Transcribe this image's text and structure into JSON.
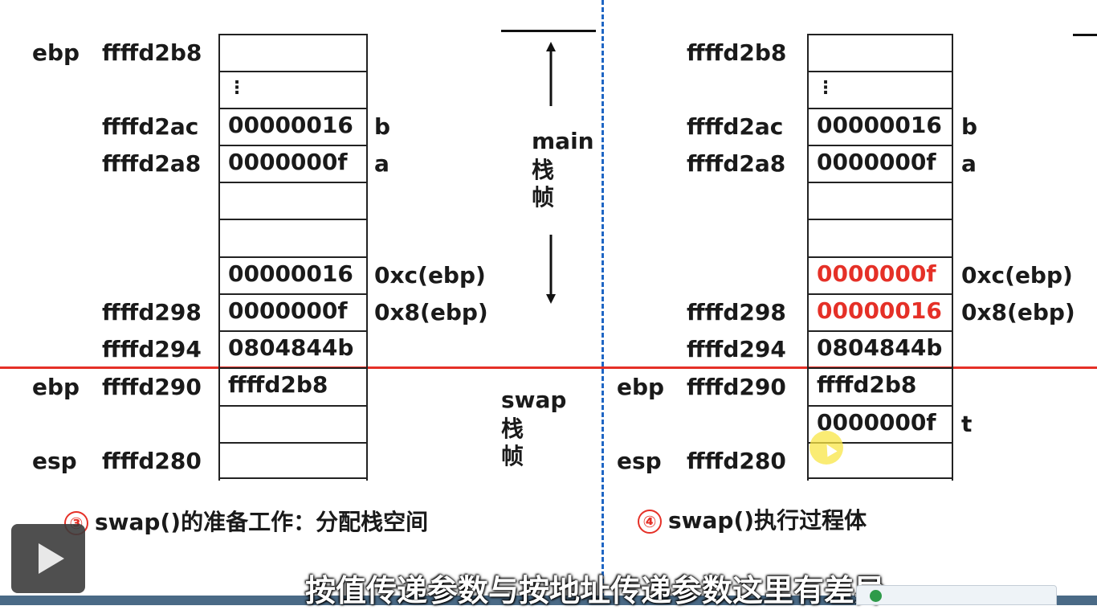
{
  "left": {
    "labels": {
      "ebp_top": "ebp",
      "ebp_mid": "ebp",
      "esp": "esp"
    },
    "addresses": [
      "ffffd2b8",
      "ffffd2ac",
      "ffffd2a8",
      "ffffd298",
      "ffffd294",
      "ffffd290",
      "ffffd280"
    ],
    "cells": [
      "",
      "⋮",
      "00000016",
      "0000000f",
      "",
      "",
      "00000016",
      "0000000f",
      "0804844b",
      "ffffd2b8",
      "",
      ""
    ],
    "annotations": [
      "b",
      "a",
      "0xc(ebp)",
      "0x8(ebp)"
    ],
    "caption_num": "③",
    "caption": "swap()的准备工作：分配栈空间"
  },
  "middle": {
    "main_label": "main",
    "main_char1": "栈",
    "main_char2": "帧",
    "swap_label": "swap",
    "swap_char1": "栈",
    "swap_char2": "帧"
  },
  "right": {
    "labels": {
      "ebp": "ebp",
      "esp": "esp"
    },
    "addresses": [
      "ffffd2b8",
      "ffffd2ac",
      "ffffd2a8",
      "ffffd298",
      "ffffd294",
      "ffffd290",
      "ffffd280"
    ],
    "cells": [
      "",
      "⋮",
      "00000016",
      "0000000f",
      "",
      "",
      "0000000f",
      "00000016",
      "0804844b",
      "ffffd2b8",
      "0000000f",
      ""
    ],
    "annotations": [
      "b",
      "a",
      "0xc(ebp)",
      "0x8(ebp)",
      "t"
    ],
    "caption_num": "④",
    "caption": "swap()执行过程体",
    "highlight_color": "#e53027"
  },
  "subtitle": "按值传递参数与按地址传递参数这里有差异",
  "badge_text": "",
  "icons": {
    "play": "play-icon"
  }
}
